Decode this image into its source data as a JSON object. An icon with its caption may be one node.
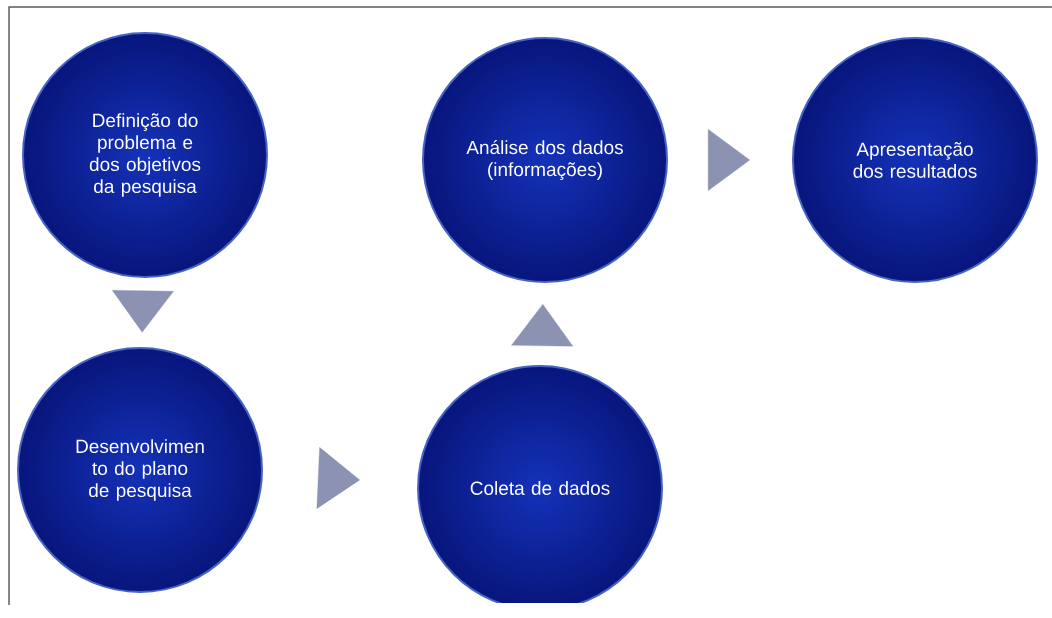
{
  "diagram": {
    "nodes": [
      {
        "text": [
          "Definição do problema e dos objetivos da pesquisa"
        ]
      },
      {
        "text": [
          "Análise dos dados (informações)"
        ]
      },
      {
        "text": [
          "Apresentação dos resultados"
        ]
      },
      {
        "text": [
          "Desenvolvimen to do plano de pesquisa"
        ]
      },
      {
        "text": [
          "Coleta de dados"
        ]
      }
    ],
    "edges": [
      {
        "from": 0,
        "to": 3,
        "arrow": "to"
      },
      {
        "from": 3,
        "to": 4,
        "arrow": "to"
      },
      {
        "from": 4,
        "to": 1,
        "arrow": "to"
      },
      {
        "from": 1,
        "to": 2,
        "arrow": "to"
      }
    ]
  }
}
